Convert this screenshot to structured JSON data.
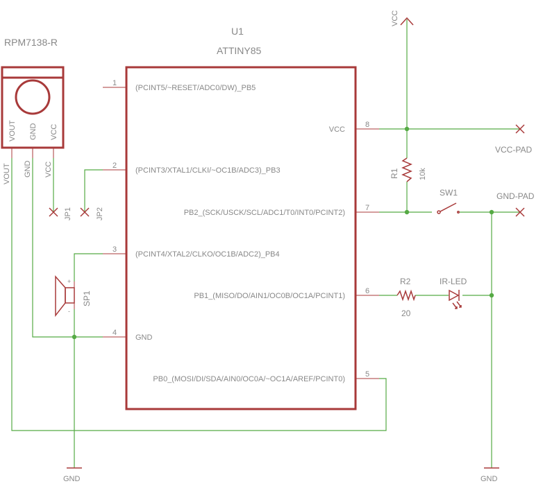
{
  "colors": {
    "part": "#a83a3a",
    "wire": "#55aa44",
    "text": "#888888",
    "background": "#ffffff"
  },
  "u1": {
    "name": "U1",
    "value": "ATTINY85",
    "pins": [
      {
        "num": "1",
        "label": "(PCINT5/~RESET/ADC0/DW)_PB5"
      },
      {
        "num": "2",
        "label": "(PCINT3/XTAL1/CLKI/~OC1B/ADC3)_PB3"
      },
      {
        "num": "3",
        "label": "(PCINT4/XTAL2/CLKO/OC1B/ADC2)_PB4"
      },
      {
        "num": "4",
        "label": "GND"
      },
      {
        "num": "8",
        "label": "VCC"
      },
      {
        "num": "7",
        "label": "PB2_(SCK/USCK/SCL/ADC1/T0/INT0/PCINT2)"
      },
      {
        "num": "6",
        "label": "PB1_(MISO/DO/AIN1/OC0B/OC1A/PCINT1)"
      },
      {
        "num": "5",
        "label": "PB0_(MOSI/DI/SDA/AIN0/OC0A/~OC1A/AREF/PCINT0)"
      }
    ]
  },
  "ir_receiver": {
    "name": "RPM7138-R",
    "pins_inner": [
      "VOUT",
      "GND",
      "VCC"
    ],
    "pins_outer": [
      "VOUT",
      "GND",
      "VCC"
    ]
  },
  "jumpers": [
    "JP1",
    "JP2"
  ],
  "speaker": {
    "name": "SP1",
    "plus": "+",
    "minus": "-"
  },
  "resistor_r1": {
    "name": "R1",
    "value": "10k"
  },
  "resistor_r2": {
    "name": "R2",
    "value": "20"
  },
  "switch": {
    "name": "SW1"
  },
  "led": {
    "name": "IR-LED"
  },
  "supply": {
    "vcc": "VCC",
    "vcc_pad": "VCC-PAD",
    "gnd_pad": "GND-PAD",
    "gnd_left": "GND",
    "gnd_right": "GND"
  }
}
